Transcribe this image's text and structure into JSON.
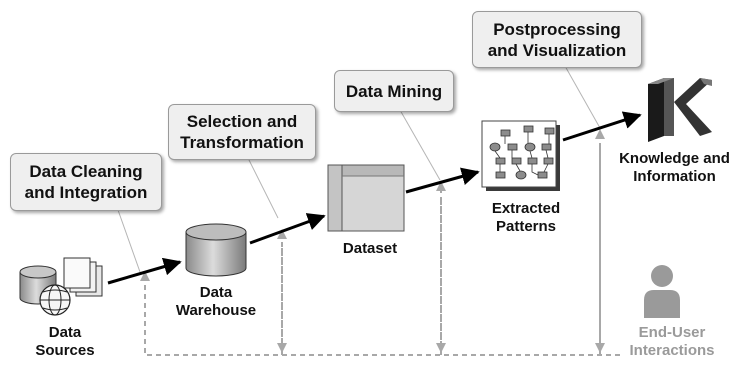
{
  "steps": {
    "cleaning": {
      "line1": "Data Cleaning",
      "line2": "and Integration"
    },
    "selection": {
      "line1": "Selection and",
      "line2": "Transformation"
    },
    "mining": {
      "line1": "Data Mining"
    },
    "postprocessing": {
      "line1": "Postprocessing",
      "line2": "and Visualization"
    }
  },
  "nodes": {
    "sources": {
      "line1": "Data",
      "line2": "Sources"
    },
    "warehouse": {
      "line1": "Data",
      "line2": "Warehouse"
    },
    "dataset": {
      "line1": "Dataset"
    },
    "patterns": {
      "line1": "Extracted",
      "line2": "Patterns"
    },
    "knowledge": {
      "line1": "Knowledge and",
      "line2": "Information"
    },
    "user": {
      "line1": "End-User",
      "line2": "Interactions"
    }
  },
  "colors": {
    "arrow": "#000000",
    "feedback": "#a8a8a8",
    "box_fill": "#efefef",
    "knowledge_logo": "#2e2e2e",
    "user_icon": "#9a9a9a"
  }
}
